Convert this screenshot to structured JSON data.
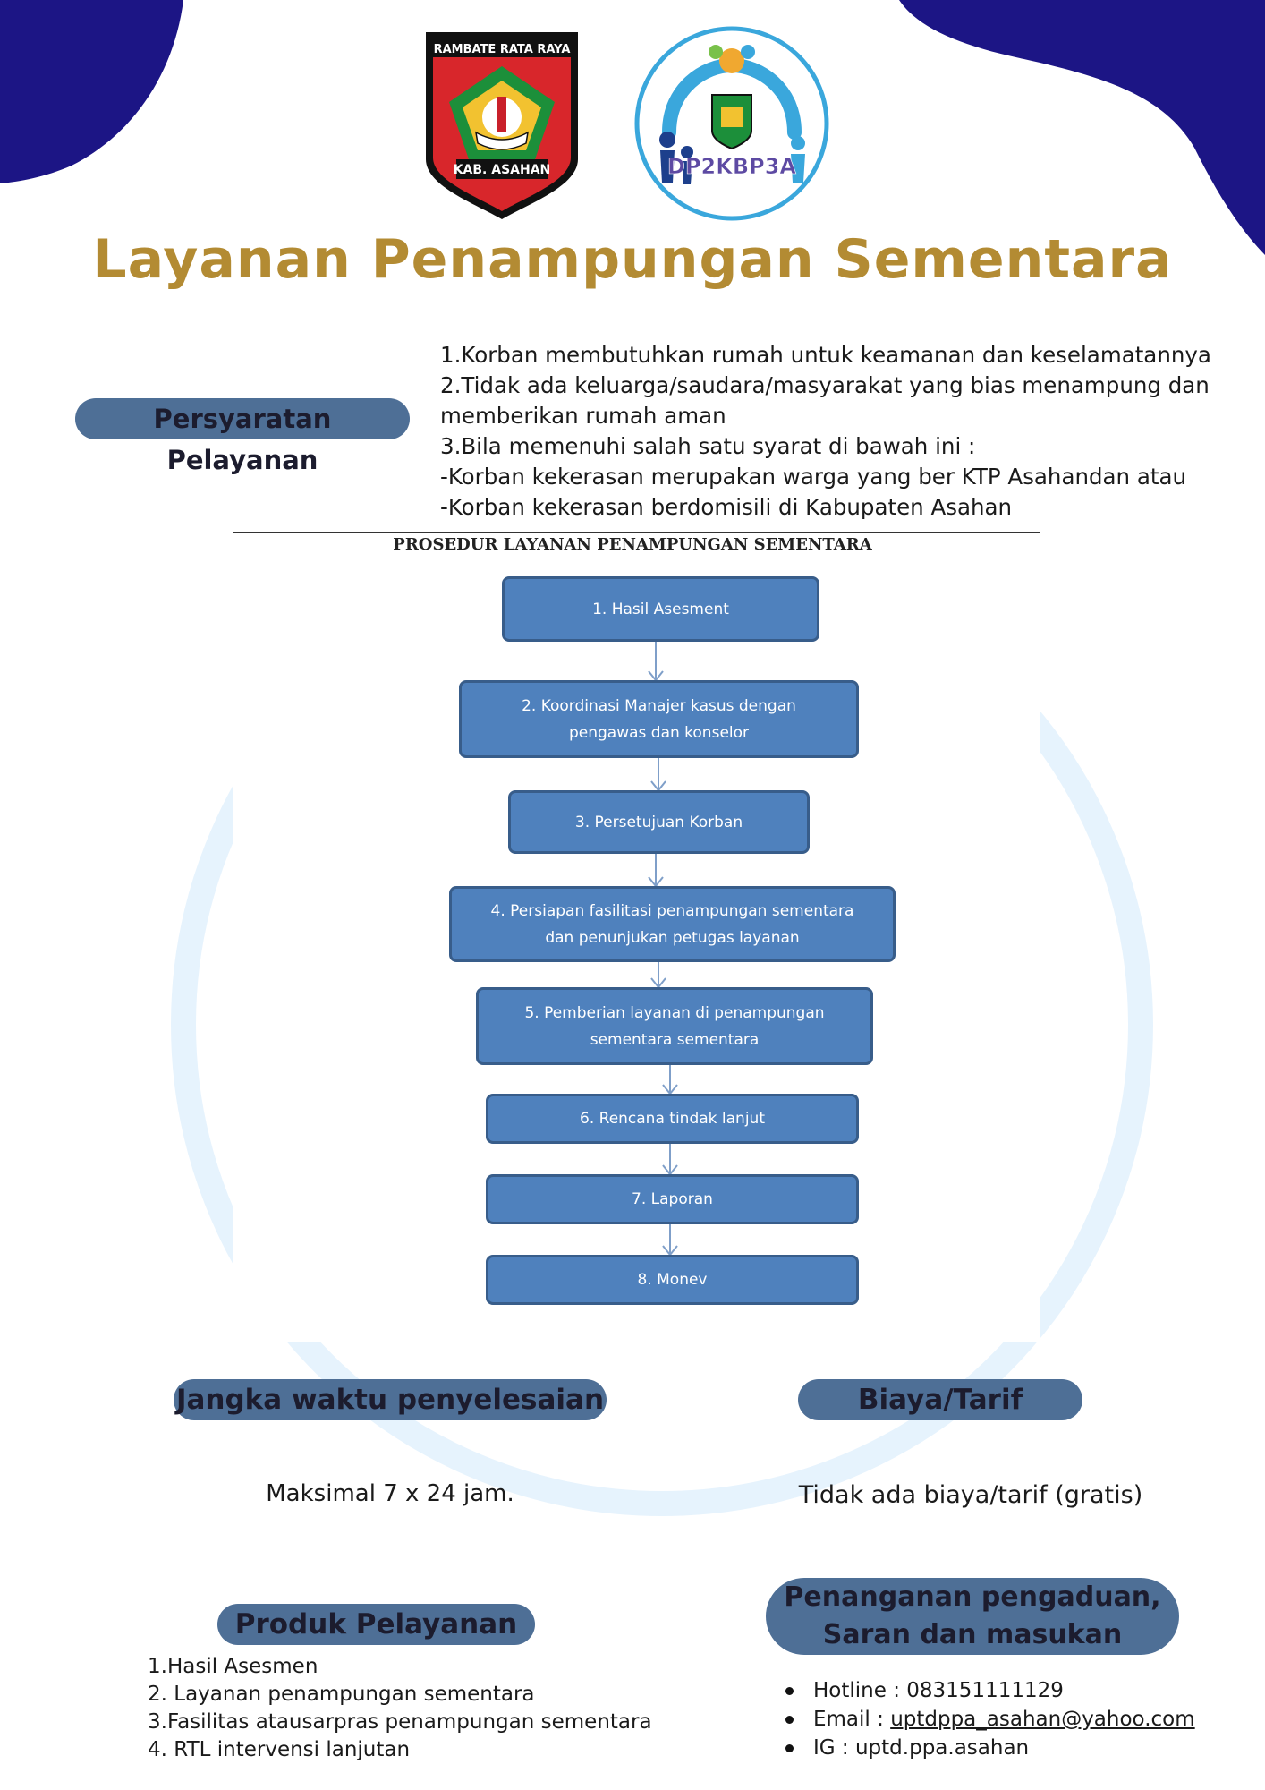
{
  "title": "Layanan Penampungan Sementara",
  "logos": {
    "regency": {
      "banner": "RAMBATE RATA RAYA",
      "caption": "KAB. ASAHAN"
    },
    "agency": {
      "name": "DP2KBP3A"
    }
  },
  "requirements": {
    "label": "Persyaratan Pelayanan",
    "lines": [
      "1.Korban membutuhkan rumah untuk keamanan dan keselamatannya",
      "2.Tidak ada keluarga/saudara/masyarakat yang bias menampung dan",
      "memberikan rumah aman",
      "3.Bila memenuhi salah satu syarat di bawah ini :",
      "-Korban kekerasan merupakan warga yang ber KTP Asahandan atau",
      "-Korban kekerasan berdomisili di Kabupaten Asahan"
    ]
  },
  "procedure": {
    "title": "PROSEDUR LAYANAN PENAMPUNGAN SEMENTARA",
    "steps": [
      {
        "l1": "1. Hasil Asesment",
        "l2": ""
      },
      {
        "l1": "2.  Koordinasi Manajer kasus dengan",
        "l2": "pengawas dan konselor"
      },
      {
        "l1": "3. Persetujuan Korban",
        "l2": ""
      },
      {
        "l1": "4.  Persiapan fasilitasi penampungan sementara",
        "l2": "dan penunjukan petugas layanan"
      },
      {
        "l1": "5.  Pemberian layanan di penampungan",
        "l2": "sementara sementara"
      },
      {
        "l1": "6.  Rencana tindak lanjut",
        "l2": ""
      },
      {
        "l1": "7.  Laporan",
        "l2": ""
      },
      {
        "l1": "8. Monev",
        "l2": ""
      }
    ]
  },
  "duration": {
    "label": "Jangka waktu penyelesaian",
    "text": "Maksimal 7 x 24 jam."
  },
  "cost": {
    "label": "Biaya/Tarif",
    "text": "Tidak ada biaya/tarif (gratis)"
  },
  "products": {
    "label": "Produk Pelayanan",
    "items": [
      "1.Hasil Asesmen",
      "2. Layanan penampungan sementara",
      "3.Fasilitas atausarpras penampungan sementara",
      "4. RTL intervensi lanjutan"
    ]
  },
  "complaints": {
    "label_l1": "Penanganan pengaduan,",
    "label_l2": "Saran dan masukan",
    "hotline_label": "Hotline : ",
    "hotline": "083151111129",
    "email_label": "Email : ",
    "email": "uptdppa_asahan@yahoo.com",
    "ig_label": "IG : ",
    "ig": "uptd.ppa.asahan"
  },
  "colors": {
    "title": "#b38b33",
    "pill": "#4e6f96",
    "step_fill": "#4f81bd",
    "step_border": "#385d8a",
    "corner_blob": "#1c1585",
    "watermark": "#e6f3fd"
  }
}
